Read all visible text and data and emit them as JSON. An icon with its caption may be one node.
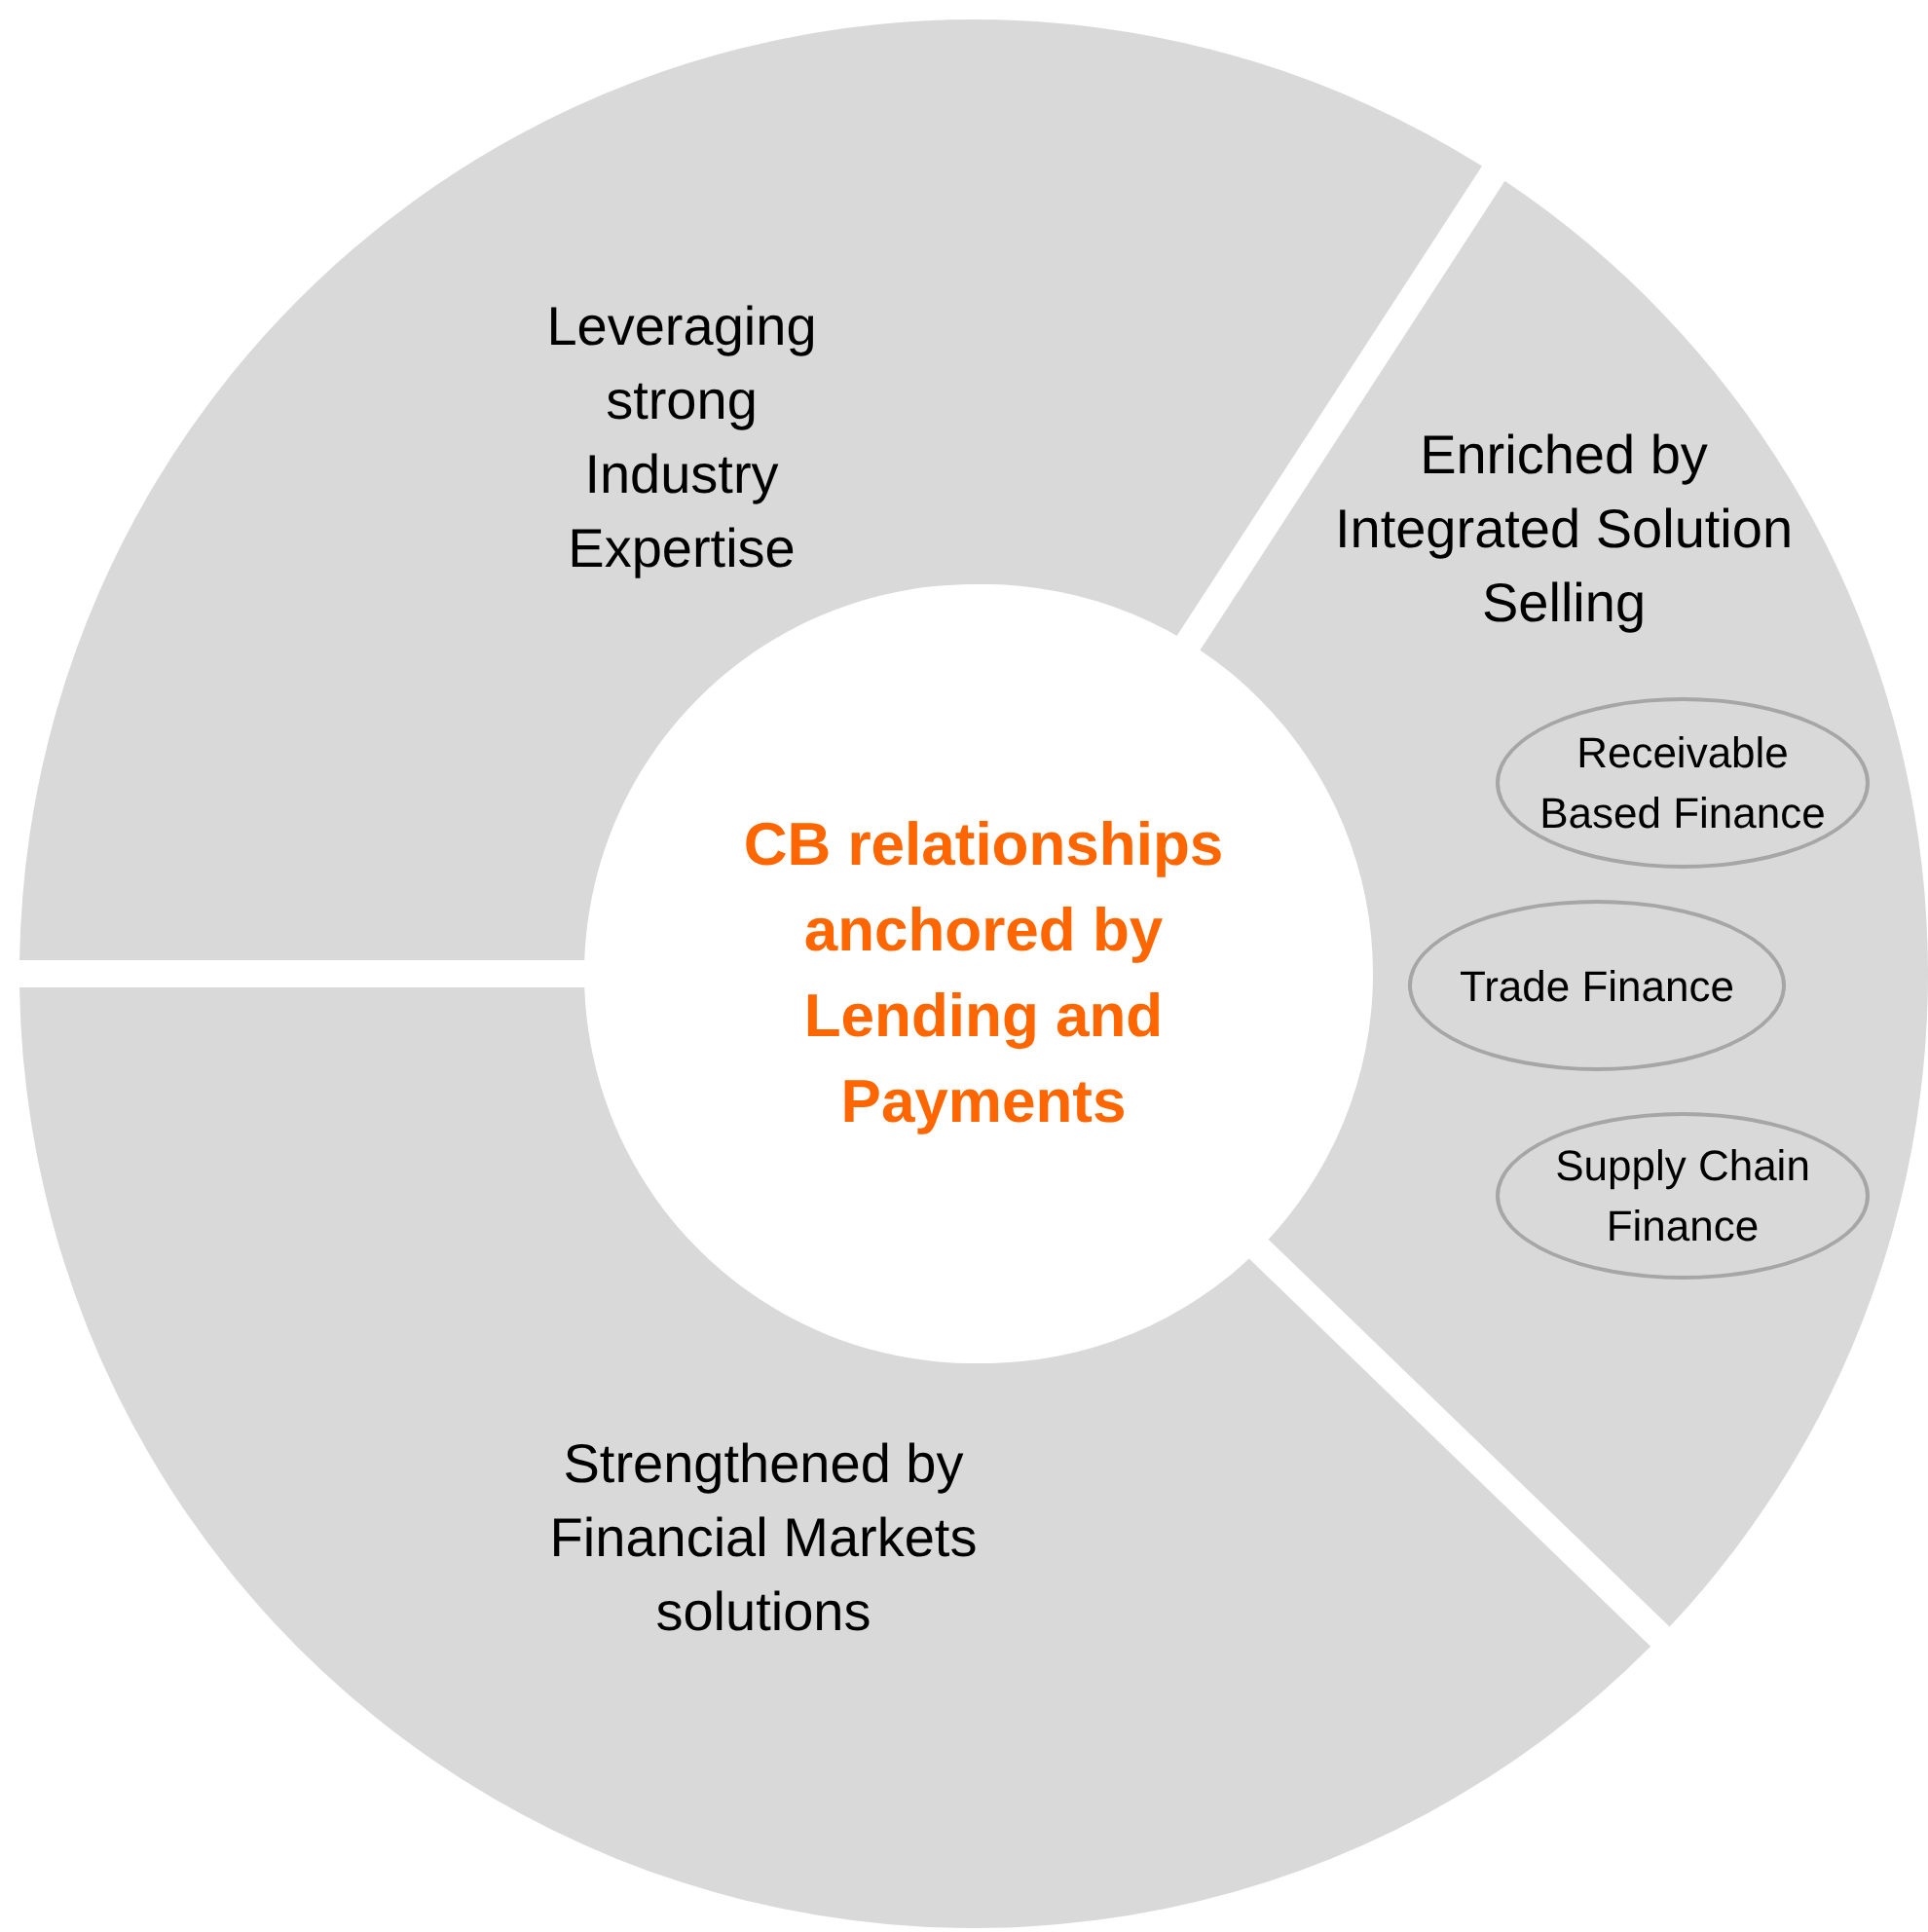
{
  "diagram": {
    "nodes": [
      {
        "text": [
          "Leveraging strong Industry Expertise"
        ]
      },
      {
        "text": [
          "Enriched by Integrated Solution Selling"
        ]
      },
      {
        "text": [
          "Receivable Based Finance"
        ],
        "in": 1
      },
      {
        "text": [
          "Trade Finance"
        ],
        "in": 1
      },
      {
        "text": [
          "Supply Chain Finance"
        ],
        "in": 1
      },
      {
        "text": [
          "CB relationships anchored by Lending and Payments"
        ]
      },
      {
        "text": [
          "Strengthened by Financial Markets solutions"
        ]
      }
    ]
  }
}
